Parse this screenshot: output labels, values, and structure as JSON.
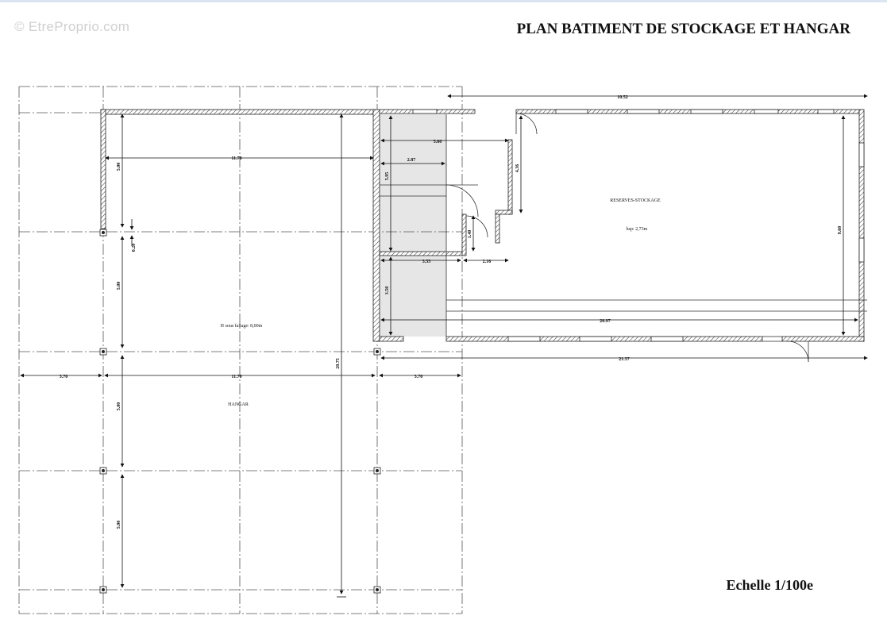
{
  "watermark": "© EtreProprio.com",
  "title": "PLAN BATIMENT DE STOCKAGE ET HANGAR",
  "scale": "Echelle 1/100e",
  "rooms": {
    "hangar": "HANGAR",
    "hangar_height": "H sous faitage: 8,00m",
    "storage": "RESERVES-STOCKAGE",
    "storage_height": "hsp: 2,73m"
  },
  "dims": {
    "d1052": "10.52",
    "d1170a": "11.70",
    "d1170b": "11.70",
    "d370a": "3.70",
    "d370b": "3.70",
    "d2075": "20.75",
    "d2137": "21.37",
    "d2097": "20.97",
    "d960": "9.60",
    "d560": "5.60",
    "d287": "2.87",
    "d436": "4.36",
    "d595": "5.95",
    "d355": "3.55",
    "d216": "2.16",
    "d350": "3.50",
    "d140": "1.40",
    "d500a": "5.00",
    "d500b": "5.00",
    "d500c": "5.00",
    "d500d": "5.00",
    "d020": "0.20"
  }
}
